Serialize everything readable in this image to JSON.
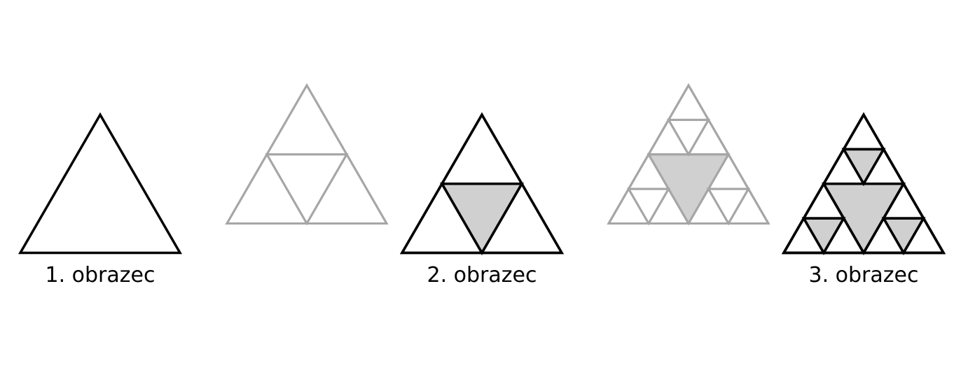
{
  "colors": {
    "background": "#ffffff",
    "stroke_main": "#000000",
    "stroke_ghost": "#a6a6a6",
    "fill_removed": "#d0d0d0"
  },
  "figures": [
    {
      "caption": "1. obrazec",
      "iteration": 1,
      "ghost_iteration": null
    },
    {
      "caption": "2. obrazec",
      "iteration": 2,
      "ghost_iteration": 2
    },
    {
      "caption": "3. obrazec",
      "iteration": 3,
      "ghost_iteration": 3
    }
  ]
}
